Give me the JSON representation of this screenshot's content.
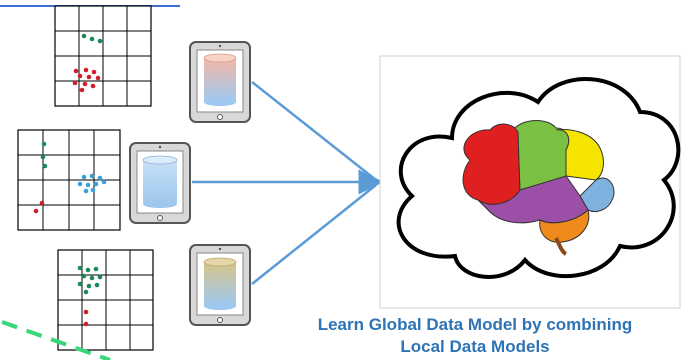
{
  "caption": {
    "line1": "Learn Global Data Model by combining",
    "line2": "Local Data Models"
  },
  "colors": {
    "caption": "#2e74b5",
    "arrow": "#5b9bd5",
    "red": "#d11f2a",
    "green": "#1a8a5a",
    "blue": "#3aa0d8",
    "dashed_line": "#39d67a",
    "brain_red": "#e02020",
    "brain_green": "#7ac143",
    "brain_yellow": "#f5e400",
    "brain_blue": "#7fb2df",
    "brain_purple": "#9b4fa6",
    "brain_orange": "#f08a1c"
  },
  "icons": [
    "scatter-grid",
    "tablet-icon",
    "database-cylinder-icon",
    "cloud-icon",
    "brain-icon"
  ]
}
